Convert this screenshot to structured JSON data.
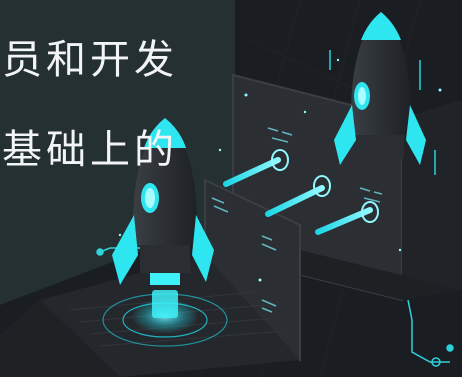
{
  "hero": {
    "line1": "员和开发",
    "line2": "基础上的"
  },
  "colors": {
    "background": "#1a1d22",
    "text_panel": "#253134",
    "rocket_body": "#2f3338",
    "accent_cyan": "#2ee6f0",
    "laptop_screen": "#2b2e33"
  },
  "icons": [
    "rocket-icon",
    "laptop-icon",
    "circuit-lines"
  ]
}
